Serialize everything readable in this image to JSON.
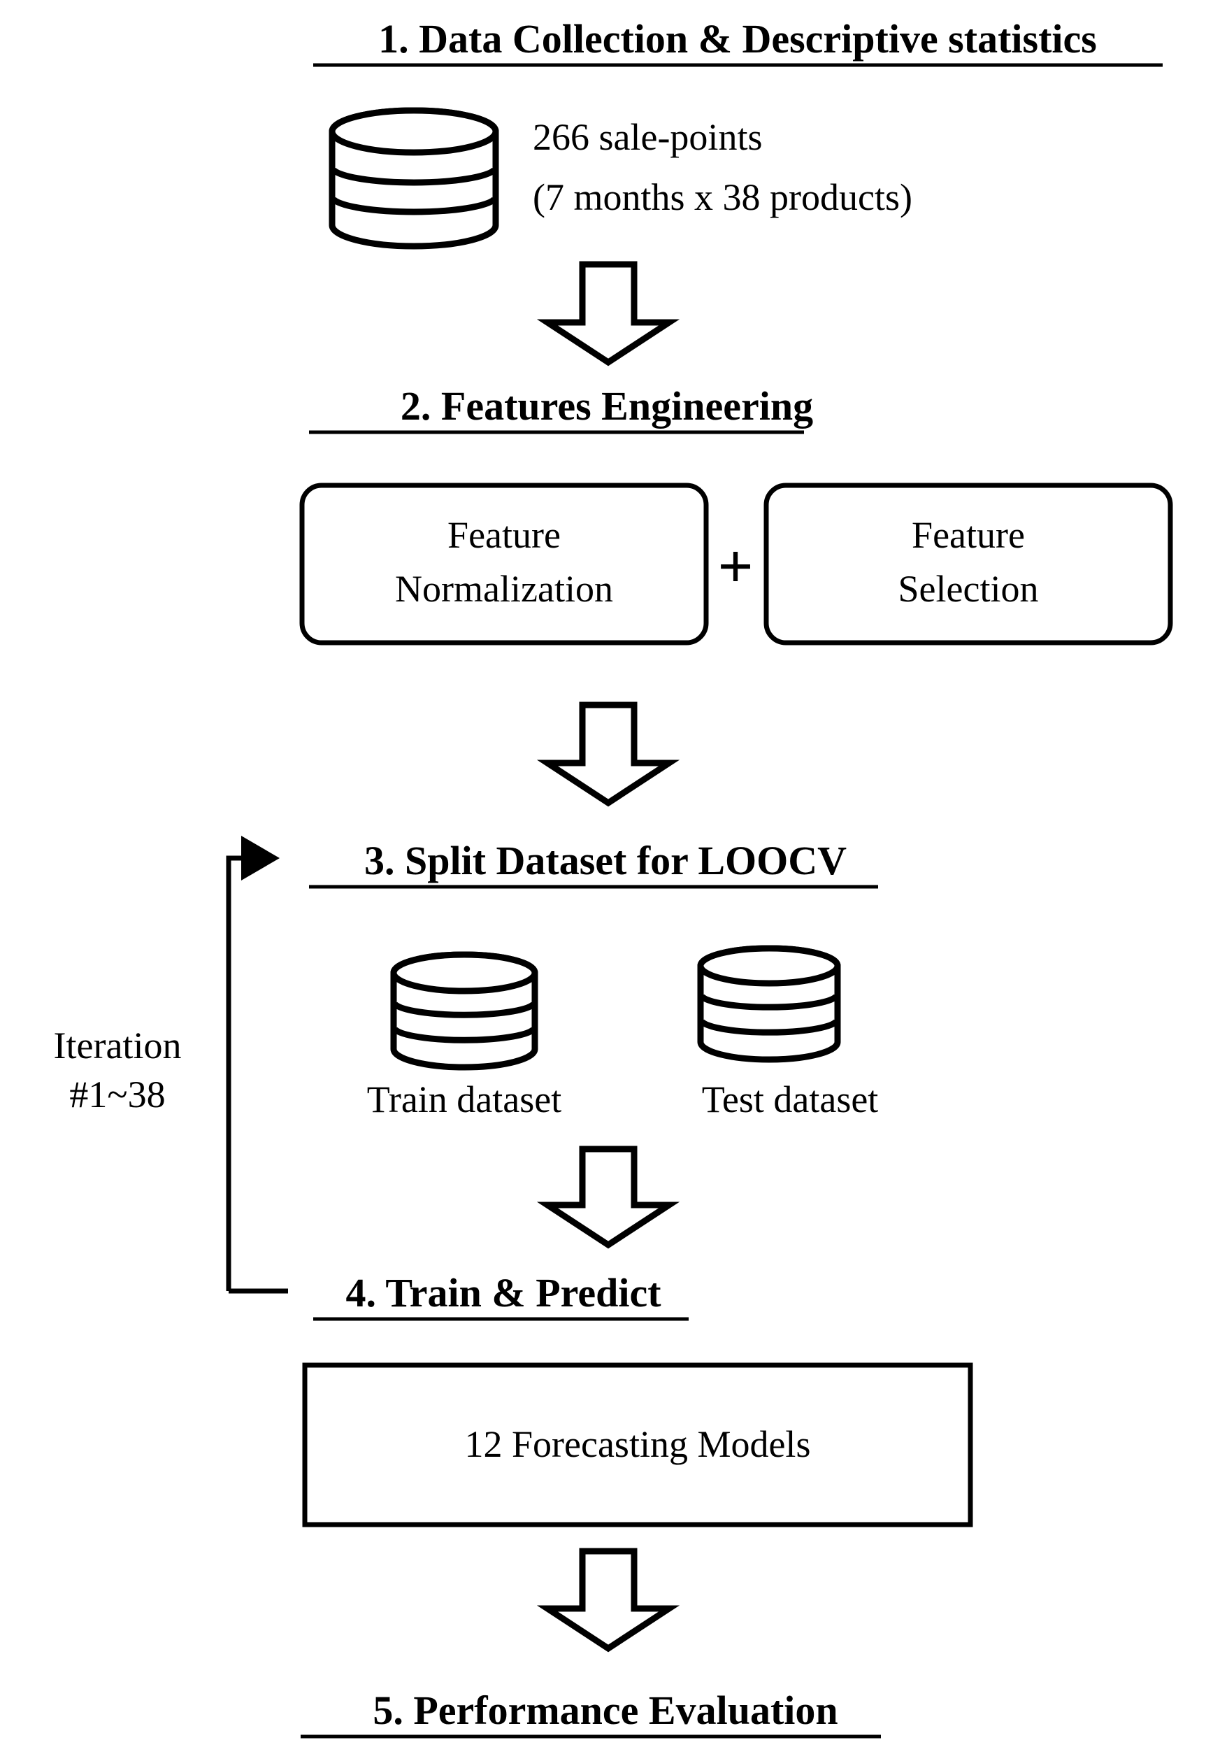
{
  "diagram": {
    "title": "Research methodology flowchart",
    "background_color": "#ffffff",
    "line_color": "#000000"
  },
  "steps": [
    {
      "id": "step1",
      "label": "1. Data Collection & Descriptive statistics"
    },
    {
      "id": "step2",
      "label": "2. Features Engineering"
    },
    {
      "id": "step3",
      "label": "3. Split Dataset for LOOCV"
    },
    {
      "id": "step4",
      "label": "4. Train & Predict"
    },
    {
      "id": "step5",
      "label": "5. Performance Evaluation"
    }
  ],
  "data_source": {
    "icon": "database-cylinder-icon",
    "line1": "266 sale-points",
    "line2": "(7 months x 38 products)"
  },
  "feature_boxes": {
    "left": {
      "line1": "Feature",
      "line2": "Normalization"
    },
    "operator": "+",
    "right": {
      "line1": "Feature",
      "line2": "Selection"
    }
  },
  "datasets": [
    {
      "icon": "database-cylinder-icon",
      "label": "Train dataset"
    },
    {
      "icon": "database-cylinder-icon",
      "label": "Test dataset"
    }
  ],
  "loop": {
    "line1": "Iteration",
    "line2": "#1~38",
    "from": "4. Train & Predict",
    "to": "3. Split Dataset for LOOCV"
  },
  "models_box": {
    "label": "12 Forecasting Models"
  },
  "arrows": [
    {
      "id": "arrow-1",
      "direction": "down",
      "from": "data-source",
      "to": "step2"
    },
    {
      "id": "arrow-2",
      "direction": "down",
      "from": "feature-boxes",
      "to": "step3"
    },
    {
      "id": "arrow-3",
      "direction": "down",
      "from": "datasets",
      "to": "step4"
    },
    {
      "id": "arrow-4",
      "direction": "down",
      "from": "models-box",
      "to": "step5"
    }
  ]
}
